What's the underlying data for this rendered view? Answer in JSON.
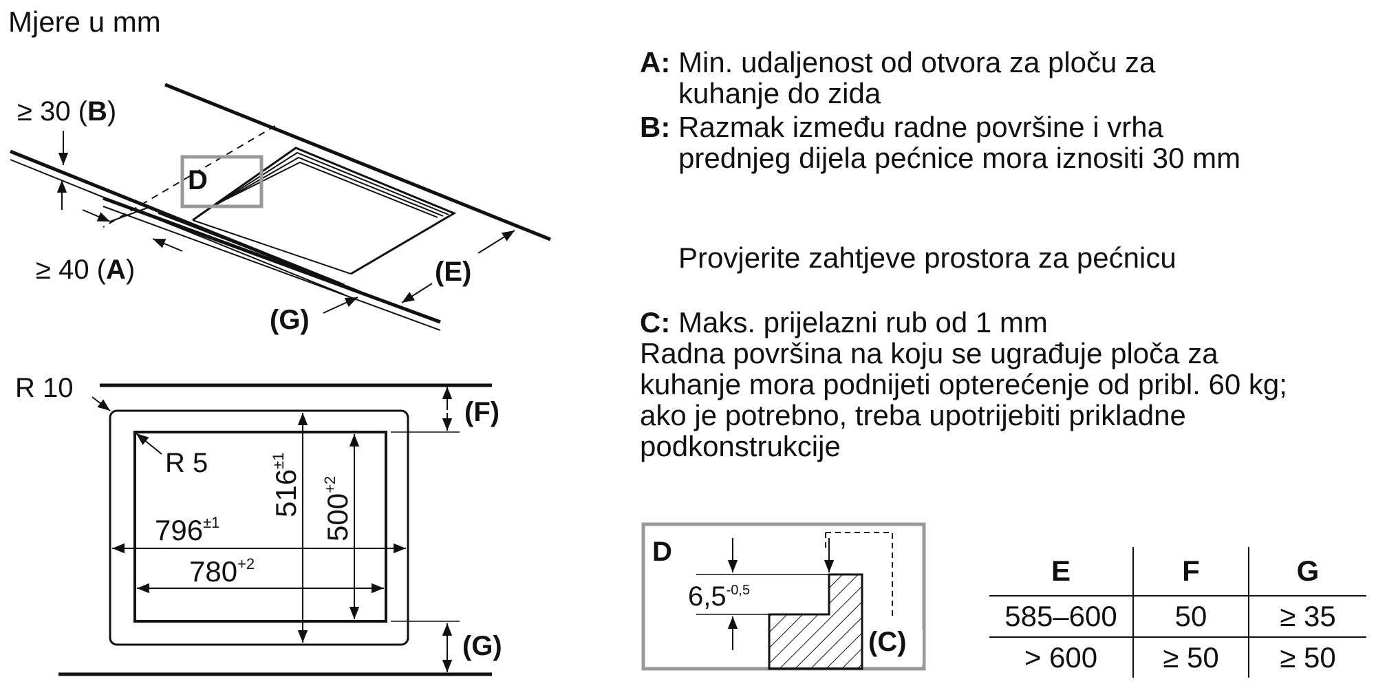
{
  "units_label": "Mjere u mm",
  "top_view": {
    "b_sym": "≥ 30 (",
    "b_key": "B",
    "b_close": ")",
    "a_sym": "≥ 40 (",
    "a_key": "A",
    "a_close": ")",
    "d_label": "D",
    "e_label": "(E)",
    "g_label": "(G)"
  },
  "plan_view": {
    "r_outer": "R 10",
    "r_inner": "R 5",
    "f_label": "(F)",
    "g_label": "(G)",
    "w_outer": "796",
    "w_outer_tol": "±1",
    "w_inner": "780",
    "w_inner_tol": "+2",
    "h_outer": "516",
    "h_outer_tol": "±1",
    "h_inner": "500",
    "h_inner_tol": "+2"
  },
  "detail": {
    "label": "D",
    "dim": "6,5",
    "dim_tol": "-0,5",
    "c_label": "(C)"
  },
  "notes": {
    "a_key": "A:",
    "a_line1": "Min. udaljenost od otvora za ploču za",
    "a_line2": "kuhanje do zida",
    "b_key": "B:",
    "b_line1": "Razmak između radne površine i vrha",
    "b_line2": "prednjeg dijela pećnice mora iznositi 30 mm",
    "check": "Provjerite zahtjeve prostora za pećnicu",
    "c_key": "C:",
    "c_line1": "Maks. prijelazni rub od 1 mm",
    "c_line2": "Radna površina na koju se ugrađuje ploča za",
    "c_line3": "kuhanje mora podnijeti opterećenje od pribl. 60 kg;",
    "c_line4": "ako je potrebno, treba upotrijebiti prikladne",
    "c_line5": "podkonstrukcije"
  },
  "table": {
    "headers": [
      "E",
      "F",
      "G"
    ],
    "rows": [
      [
        "585–600",
        "50",
        "≥ 35"
      ],
      [
        "> 600",
        "≥ 50",
        "≥ 50"
      ]
    ]
  }
}
